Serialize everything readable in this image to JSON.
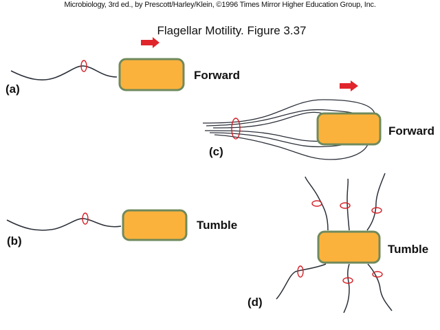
{
  "credit": "Microbiology, 3rd ed., by Prescott/Harley/Klein, ©1996 Times Mirror Higher Education Group, Inc.",
  "title": "Flagellar Motility.  Figure 3.37",
  "panels": [
    {
      "id": "a",
      "label": "(a)",
      "state": "Forward"
    },
    {
      "id": "b",
      "label": "(b)",
      "state": "Tumble"
    },
    {
      "id": "c",
      "label": "(c)",
      "state": "Forward"
    },
    {
      "id": "d",
      "label": "(d)",
      "state": "Tumble"
    }
  ],
  "colors": {
    "cell_fill": "#fbb23c",
    "cell_border": "#6f8a5c",
    "flagellum": "#2a2f38",
    "rotation": "#d41c24",
    "arrow": "#e0252b"
  }
}
